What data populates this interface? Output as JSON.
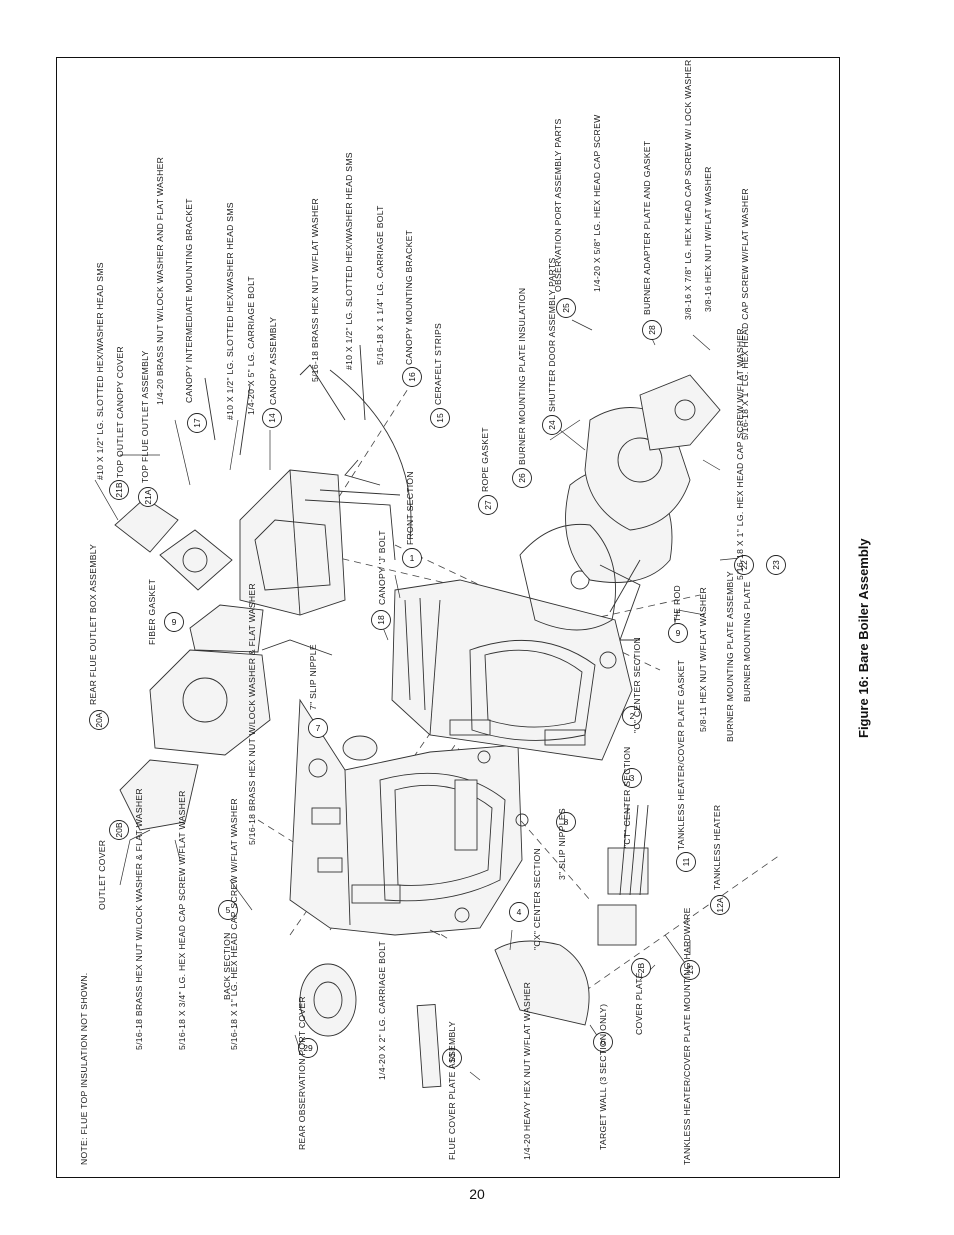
{
  "figure": {
    "caption": "Figure 16:  Bare Boiler Assembly",
    "page_number": "20"
  },
  "notes": [
    "NOTE: FLUE TOP INSULATION NOT SHOWN."
  ],
  "labels": [
    "5/16-18 BRASS HEX NUT W/LOCK WASHER & FLAT WASHER",
    "5/16-18 X 3/4\" LG. HEX HEAD CAP SCREW W/FLAT WASHER",
    "5/16-18 X 1\" LG. HEX HEAD CAP SCREW W/FLAT WASHER",
    "REAR OBSERVATION PORT COVER",
    "OUTLET COVER",
    "BACK SECTION",
    "1/4-20 X 2\" LG. CARRIAGE BOLT",
    "FLUE COVER PLATE ASSEMBLY",
    "1/4-20 HEAVY HEX NUT W/FLAT WASHER",
    "REAR FLUE OUTLET BOX ASSEMBLY",
    "5/16-18 BRASS HEX NUT W/LOCK WASHER & FLAT WASHER",
    "\"CX\" CENTER SECTION",
    "TARGET WALL (3 SECTION ONLY)",
    "7\" SLIP NIPPLE",
    "3\" SLIP NIPPLES",
    "COVER PLATE",
    "TANKLESS HEATER/COVER PLATE MOUNTING HARDWARE",
    "FIBER GASKET",
    "\"CT\" CENTER SECTION",
    "TANKLESS HEATER/COVER PLATE GASKET",
    "TANKLESS HEATER",
    "CANOPY 'J' BOLT",
    "\"C\" CENTER SECTION",
    "TIE ROD",
    "5/8-11 HEX NUT W/FLAT WASHER",
    "FRONT SECTION",
    "BURNER MOUNTING PLATE ASSEMBLY",
    "BURNER MOUNTING PLATE",
    "#10 X 1/2\" LG. SLOTTED HEX/WASHER HEAD SMS",
    "TOP OUTLET CANOPY COVER",
    "TOP FLUE OUTLET ASSEMBLY",
    "1/4-20 BRASS NUT W/LOCK WASHER AND FLAT WASHER",
    "CANOPY INTERMEDIATE MOUNTING BRACKET",
    "#10 X 1/2\" LG. SLOTTED HEX/WASHER HEAD SMS",
    "1/4-20 X 5\" LG. CARRIAGE BOLT",
    "CANOPY ASSEMBLY",
    "5/16-18 BRASS HEX NUT W/FLAT WASHER",
    "#10 X 1/2\" LG. SLOTTED HEX/WASHER HEAD SMS",
    "5/16-18 X 1 1/4\" LG. CARRIAGE BOLT",
    "CANOPY MOUNTING BRACKET",
    "CERAFELT STRIPS",
    "ROPE GASKET",
    "BURNER MOUNTING PLATE INSULATION",
    "SHUTTER DOOR ASSEMBLY PARTS",
    "OBSERVATION PORT ASSEMBLY PARTS",
    "1/4-20 X 5/8\" LG. HEX HEAD CAP SCREW",
    "BURNER ADAPTER PLATE AND GASKET",
    "3/8-16 X 7/8\" LG. HEX HEAD CAP SCREW W/ LOCK WASHER",
    "3/8-16 HEX NUT W/FLAT WASHER",
    "5/16-18 X 1\" LG. HEX HEAD CAP SCREW W/FLAT WASHER",
    "5/16-18 X 1\" LG. HEX HEAD CAP SCREW W/FLAT WASHER"
  ],
  "callouts": [
    "29",
    "20B",
    "5",
    "10",
    "20A",
    "4",
    "6",
    "2B",
    "13",
    "7",
    "8",
    "12A",
    "9",
    "3",
    "11",
    "18",
    "2",
    "9",
    "1",
    "22",
    "23",
    "21A",
    "21B",
    "17",
    "14",
    "16",
    "15",
    "27",
    "26",
    "24",
    "25",
    "28"
  ]
}
